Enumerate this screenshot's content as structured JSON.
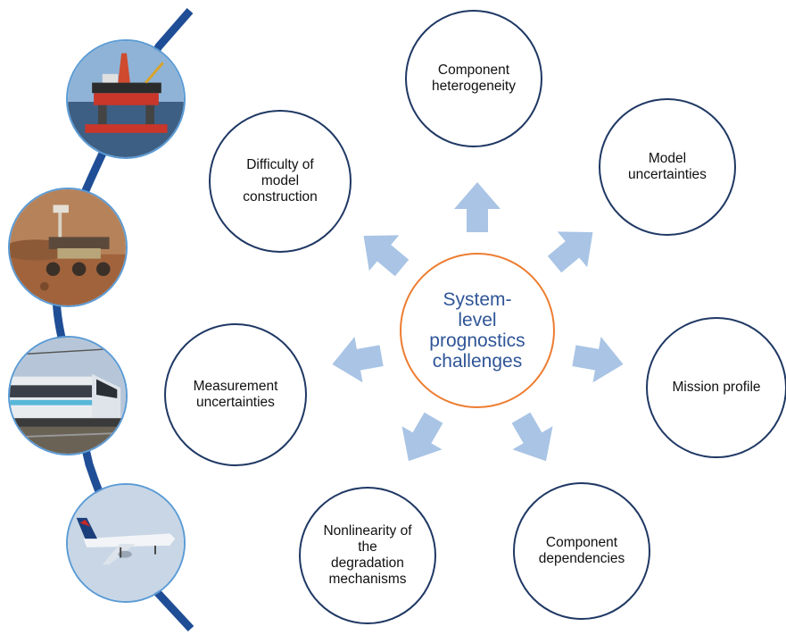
{
  "center": {
    "label": "System-\nlevel\nprognostics\nchallenges"
  },
  "challenges": [
    {
      "id": "component-heterogeneity",
      "label": "Component\nheterogeneity"
    },
    {
      "id": "model-uncertainties",
      "label": "Model\nuncertainties"
    },
    {
      "id": "mission-profile",
      "label": "Mission profile"
    },
    {
      "id": "component-dependencies",
      "label": "Component\ndependencies"
    },
    {
      "id": "nonlinearity",
      "label": "Nonlinearity of\nthe\ndegradation\nmechanisms"
    },
    {
      "id": "measurement-uncertainties",
      "label": "Measurement\nuncertainties"
    },
    {
      "id": "model-construction",
      "label": "Difficulty of\nmodel\nconstruction"
    }
  ],
  "images": [
    {
      "id": "oil-rig",
      "icon": "oil-platform-photo"
    },
    {
      "id": "rover",
      "icon": "mars-rover-photo"
    },
    {
      "id": "train",
      "icon": "train-photo"
    },
    {
      "id": "aircraft",
      "icon": "aircraft-photo"
    }
  ],
  "colors": {
    "circle_border": "#1f3864",
    "center_border": "#ed7d31",
    "center_text": "#2f5597",
    "arrow_fill": "#a9c4e5",
    "timeline": "#1f4e96"
  }
}
